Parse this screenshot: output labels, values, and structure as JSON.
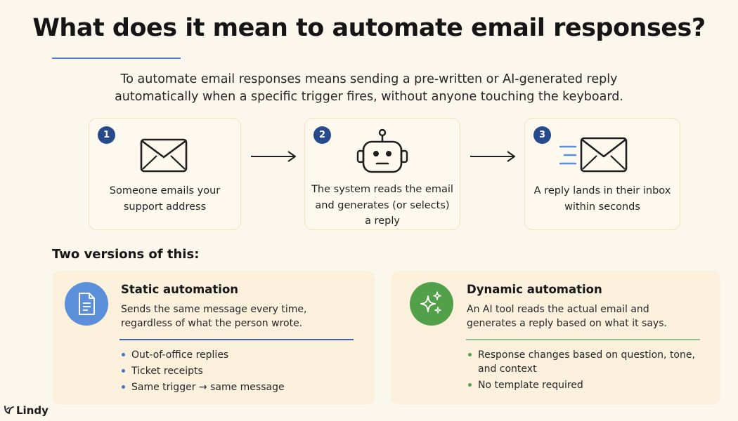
{
  "title": "What does it mean to automate email responses?",
  "intro": "To automate email responses means sending a pre-written or AI-generated reply automatically when a specific trigger fires, without anyone touching the keyboard.",
  "steps": [
    {
      "number": "1",
      "icon": "envelope-icon",
      "text": "Someone emails your support address"
    },
    {
      "number": "2",
      "icon": "robot-icon",
      "text": "The system reads the email and generates (or selects) a reply"
    },
    {
      "number": "3",
      "icon": "speeding-envelope-icon",
      "text": "A reply lands in their inbox within seconds"
    }
  ],
  "versions_heading": "Two versions of this:",
  "cards": [
    {
      "icon": "document-icon",
      "accent": "#5b8fd9",
      "title": "Static automation",
      "description": "Sends the same message every time, regardless of what the person wrote.",
      "items": [
        "Out-of-office replies",
        "Ticket receipts",
        "Same trigger → same message"
      ]
    },
    {
      "icon": "sparkles-icon",
      "accent": "#53a04a",
      "title": "Dynamic automation",
      "description": "An AI tool reads the actual email and generates a reply based on what it says.",
      "items": [
        "Response changes based on question, tone, and context",
        "No template required"
      ]
    }
  ],
  "brand": "Lindy",
  "colors": {
    "background": "#fcf7ec",
    "step_badge": "#274a8c",
    "title_rule": "#4a7bd1",
    "static_rule": "#3f63b8",
    "dynamic_rule": "#8cc08a"
  }
}
